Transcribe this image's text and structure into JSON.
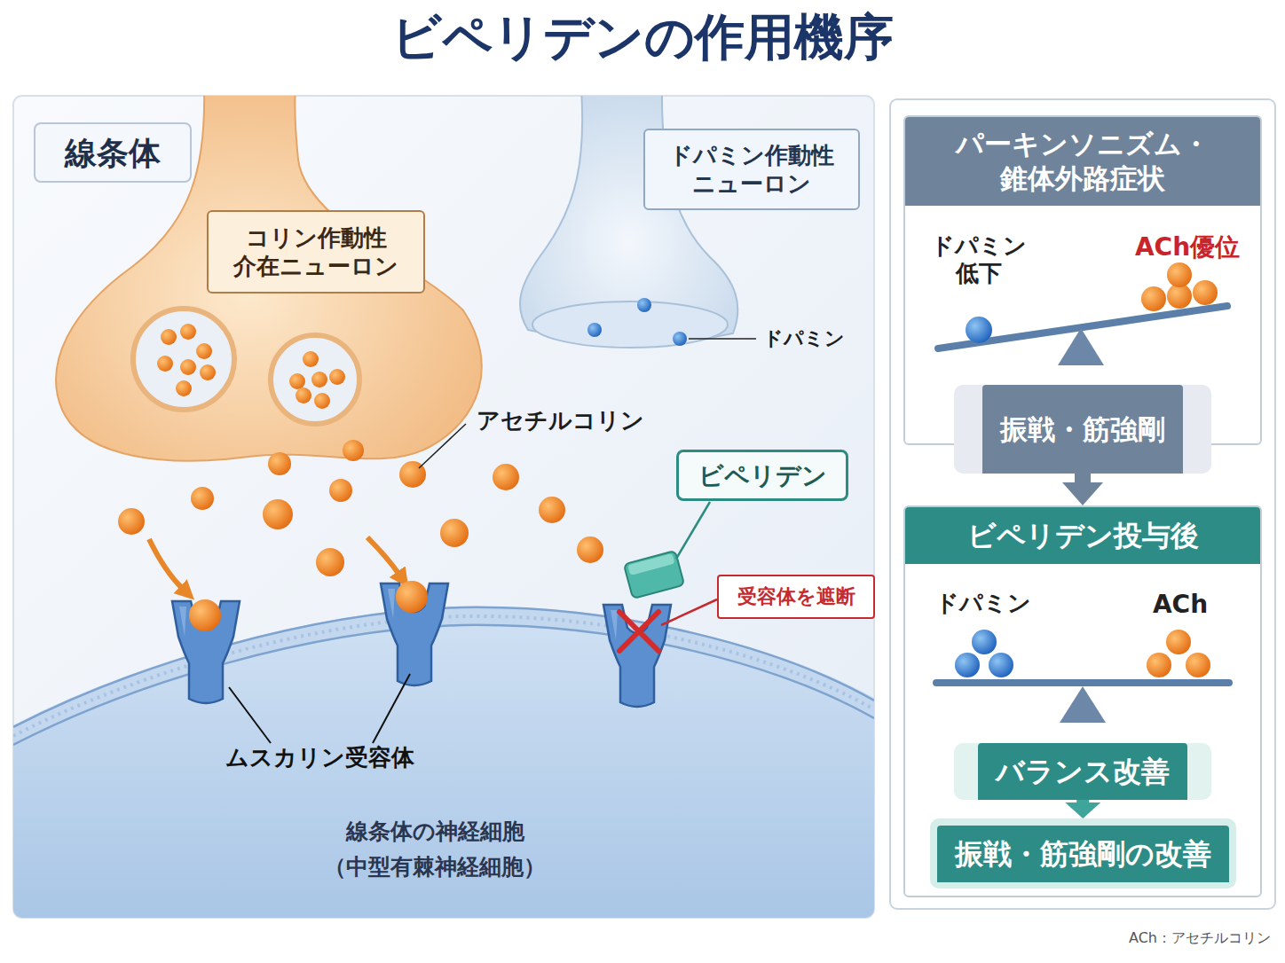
{
  "diagram": {
    "title": "ビペリデンの作用機序",
    "nodes": [
      {
        "text": [
          "線条体"
        ]
      },
      {
        "text": [
          "コリン作動性 介在ニューロン"
        ]
      },
      {
        "text": [
          "ドパミン作動性 ニューロン"
        ]
      },
      {
        "text": [
          "ビペリデン"
        ]
      },
      {
        "text": [
          "受容体を遮断"
        ]
      },
      {
        "text": [
          "パーキンソニズム・ 錐体外路症状"
        ]
      },
      {
        "text": [
          "振戦・筋強剛"
        ],
        "in": 5
      },
      {
        "text": [
          "ビペリデン投与後"
        ]
      },
      {
        "text": [
          "バランス改善"
        ],
        "in": 7
      },
      {
        "text": [
          "振戦・筋強剛の改善"
        ],
        "in": 7
      }
    ],
    "edges": [
      {
        "from": 5,
        "to": 7,
        "arrow": "to"
      },
      {
        "from": 8,
        "to": 9,
        "arrow": "to"
      }
    ],
    "labels": [
      "ドパミン",
      "アセチルコリン",
      "ムスカリン受容体",
      "線条体の神経細胞 （中型有棘神経細胞）",
      "ドパミン 低下",
      "ACh優位",
      "ドパミン",
      "ACh",
      "ACh：アセチルコリン"
    ]
  }
}
